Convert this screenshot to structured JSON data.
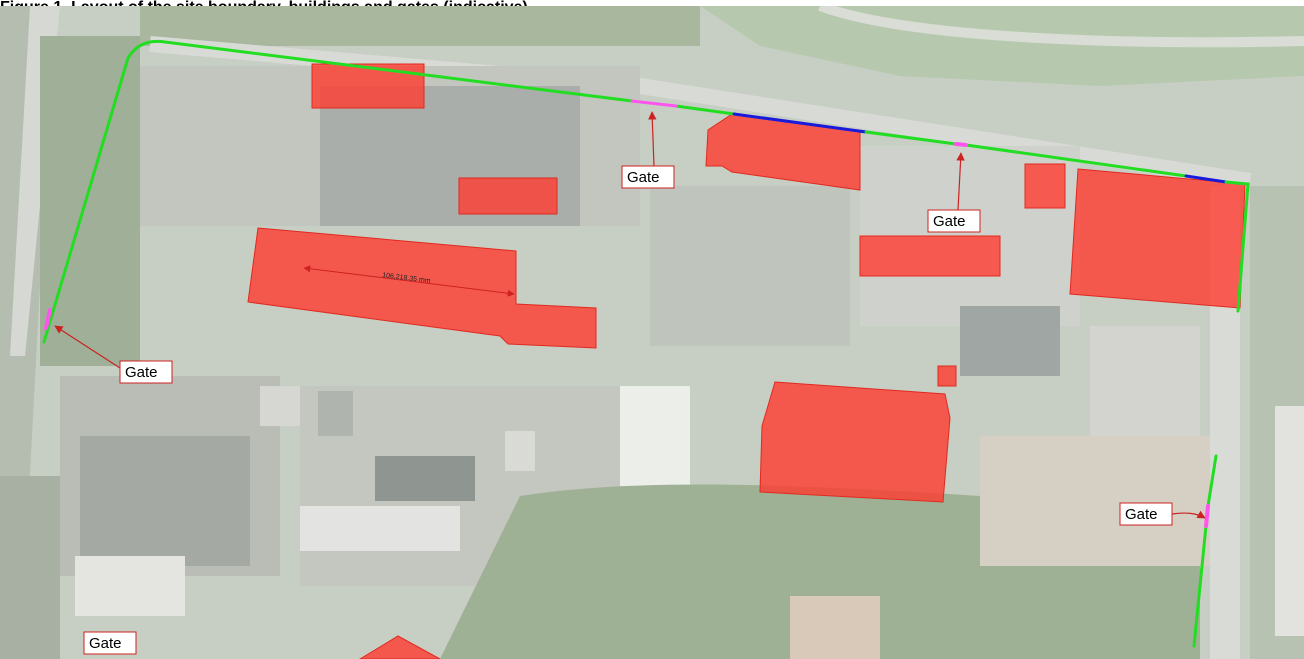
{
  "figure": {
    "caption": "Figure 1. Layout of the site boundary, buildings and gates (indicative)"
  },
  "map": {
    "colors": {
      "building_fill": "#ff3b30",
      "fence_green": "#22dd22",
      "fence_blue": "#1a1adb",
      "gate_magenta": "#ff55ee",
      "label_border": "#cc2222",
      "arrow": "#cc2222"
    },
    "labels": {
      "gate_north_center": "Gate",
      "gate_north_east": "Gate",
      "gate_west": "Gate",
      "gate_south_east": "Gate",
      "gate_south_west": "Gate"
    },
    "dimension_text": "106,218.35 mm"
  }
}
